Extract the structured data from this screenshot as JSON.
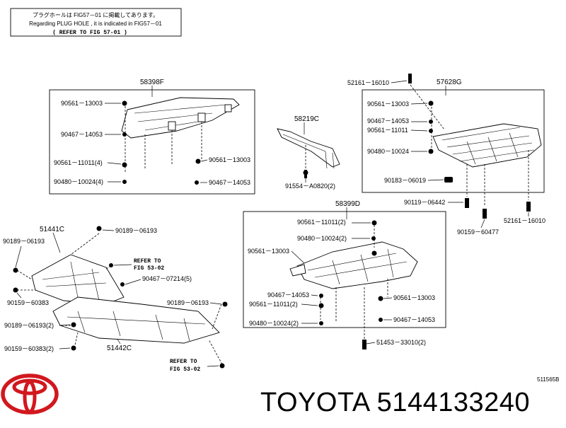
{
  "note": {
    "line1": "プラグホールは FIG57－01 に掲載してあります。",
    "line2": "Regarding PLUG HOLE , it is indicated in FIG57－01",
    "line3": "( REFER TO FIG 57-01 )"
  },
  "groups": {
    "g58398F": "58398F",
    "g58219C": "58219C",
    "g57628G": "57628G",
    "g58399D": "58399D",
    "g51441C": "51441C",
    "g51442C": "51442C"
  },
  "labels": {
    "l52161_16010_top": "52161－16010",
    "l90561_13003_a": "90561－13003",
    "l90467_14053_a": "90467－14053",
    "l90561_11011_4": "90561－11011(4)",
    "l90480_10024_4": "90480－10024(4)",
    "l90561_13003_b": "90561－13003",
    "l90467_14053_b": "90467－14053",
    "l91554_A0820_2": "91554－A0820(2)",
    "l90561_13003_c": "90561－13003",
    "l90467_14053_c": "90467－14053",
    "l90561_11011_c": "90561－11011",
    "l90480_10024_c": "90480－10024",
    "l90183_06019": "90183－06019",
    "l90119_06442": "90119－06442",
    "l90159_60477": "90159－60477",
    "l52161_16010_bot": "52161－16010",
    "l90189_06193_a": "90189－06193",
    "l90189_06193_b": "90189－06193",
    "l90159_60383_a": "90159－60383",
    "l90467_07214_5": "90467－07214(5)",
    "l90189_06193_c": "90189－06193",
    "l90189_06193_2": "90189－06193(2)",
    "l90159_60383_2": "90159－60383(2)",
    "l90561_11011_2a": "90561－11011(2)",
    "l90480_10024_2a": "90480－10024(2)",
    "l90561_13003_d": "90561－13003",
    "l90467_14053_d": "90467－14053",
    "l90561_11011_2b": "90561－11011(2)",
    "l90561_13003_e": "90561－13003",
    "l90480_10024_2b": "90480－10024(2)",
    "l90467_14053_e": "90467－14053",
    "l51453_33010_2": "51453－33010(2)"
  },
  "refers": {
    "r1_line1": "REFER TO",
    "r1_line2": "FIG 53-02",
    "r2_line1": "REFER TO",
    "r2_line2": "FIG 53-02"
  },
  "illustration_id": "511565B",
  "brand_text": "TOYOTA 5144133240",
  "colors": {
    "logo": "#d1181e",
    "ink": "#000000"
  }
}
